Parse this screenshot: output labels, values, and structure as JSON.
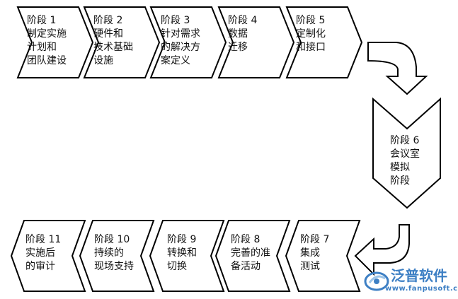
{
  "stages": [
    {
      "id": 1,
      "lines": [
        "阶段 1",
        "制定实施",
        "计划和",
        "团队建设"
      ]
    },
    {
      "id": 2,
      "lines": [
        "阶段 2",
        "硬件和",
        "技术基础",
        "设施"
      ]
    },
    {
      "id": 3,
      "lines": [
        "阶段 3",
        "针对需求",
        "的解决方",
        "案定义"
      ]
    },
    {
      "id": 4,
      "lines": [
        "阶段 4",
        "数据",
        "迁移"
      ]
    },
    {
      "id": 5,
      "lines": [
        "阶段 5",
        "定制化",
        "和接口"
      ]
    },
    {
      "id": 6,
      "lines": [
        "阶段 6",
        "会议室",
        "模拟",
        "阶段"
      ]
    },
    {
      "id": 7,
      "lines": [
        "阶段 7",
        "集成",
        "测试"
      ]
    },
    {
      "id": 8,
      "lines": [
        "阶段 8",
        "完善的准",
        "备活动"
      ]
    },
    {
      "id": 9,
      "lines": [
        "阶段 9",
        "转换和",
        "切换"
      ]
    },
    {
      "id": 10,
      "lines": [
        "阶段 10",
        "持续的",
        "现场支持"
      ]
    },
    {
      "id": 11,
      "lines": [
        "阶段 11",
        "实施后",
        "的审计"
      ]
    }
  ],
  "watermark": {
    "name": "泛普软件",
    "url": "www.fanpusoft.com",
    "color": "#3d7fc4"
  }
}
